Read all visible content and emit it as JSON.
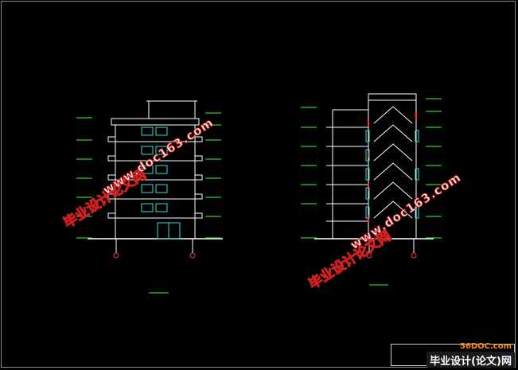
{
  "watermarks": {
    "cn": "毕业设计论文网",
    "en": "www.doc163.com"
  },
  "logo": {
    "site": "56DOC.com",
    "text": "毕业设计(论文)网"
  },
  "colors": {
    "background": "#000000",
    "line": "#ffffff",
    "level_marks": "#33ff33",
    "windows": "#33dddd",
    "section_cut": "#ff3333",
    "watermark_outline": "#d02020"
  }
}
